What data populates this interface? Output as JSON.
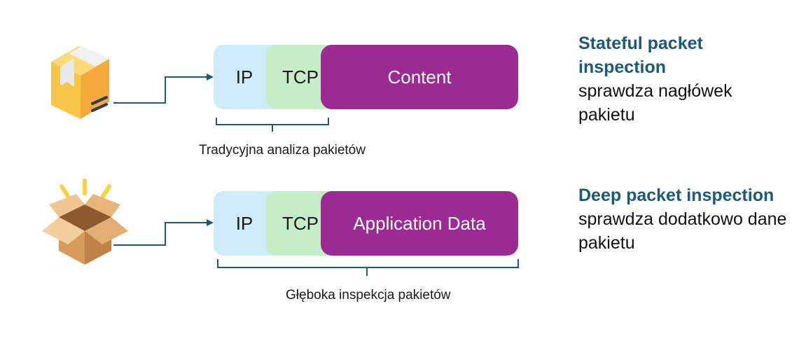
{
  "rows": [
    {
      "ip": "IP",
      "tcp": "TCP",
      "content": "Content",
      "caption": "Tradycyjna analiza pakietów",
      "title": "Stateful packet inspection",
      "desc": "sprawdza nagłówek pakietu"
    },
    {
      "ip": "IP",
      "tcp": "TCP",
      "content": "Application Data",
      "caption": "Głęboka inspekcja pakietów",
      "title": "Deep packet inspection",
      "desc": "sprawdza dodatkowo dane pakietu"
    }
  ],
  "colors": {
    "ip": "#cfeaf8",
    "tcp": "#c4edc8",
    "content": "#9b2a93",
    "title": "#1c5a7a",
    "connector": "#1c5a7a"
  },
  "icons": {
    "closed": "closed-box-icon",
    "open": "open-box-icon"
  }
}
